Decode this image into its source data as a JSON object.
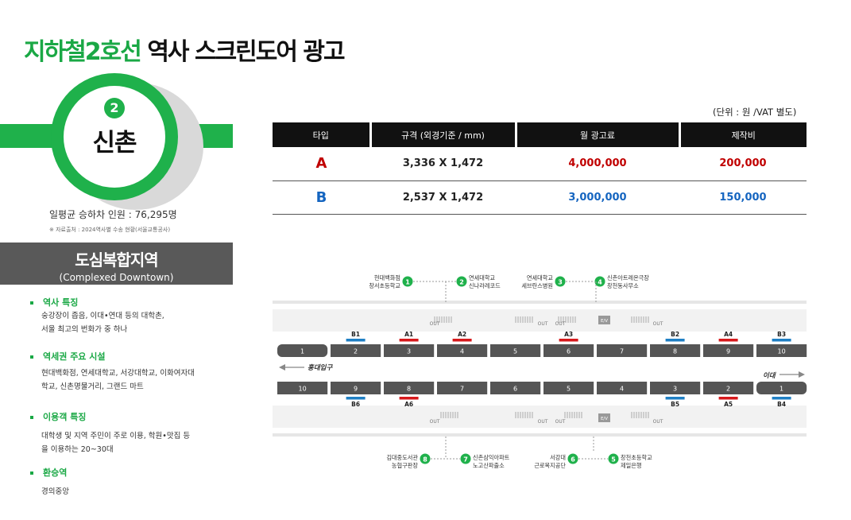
{
  "header": {
    "title_green": "지하철2호선",
    "title_black": "역사 스크린도어 광고"
  },
  "station": {
    "line_number": "2",
    "name": "신촌",
    "riders": "일평균 승하차 인원 : 76,295명",
    "source": "※ 자료출처 : 2024역사별 수송 현황(서울교통공사)"
  },
  "zone": {
    "ko": "도심복합지역",
    "en": "(Complexed Downtown)"
  },
  "sections": {
    "s1_title": "역사 특징",
    "s1_l1": "숭강장이 좁음, 이대•연대 등의 대학촌,",
    "s1_l2": "서울 최고의 번화가 중 하나",
    "s2_title": "역세권 주요 시설",
    "s2_l1": "현대백화점, 연세대학교, 서강대학교, 이화여자대",
    "s2_l2": "학교, 신촌명물거리, 그랜드 마트",
    "s3_title": "이용객 특징",
    "s3_l1": "대학생 및 지역 주민이 주로 이용, 학원•맛집 등",
    "s3_l2": "을 이용하는 20~30대",
    "s4_title": "환승역",
    "s4_l1": "경의중앙"
  },
  "unit_note": "(단위 : 원 /VAT 별도)",
  "table": {
    "headers": [
      "타입",
      "규격 (외경기준 / mm)",
      "월 광고료",
      "제작비"
    ],
    "rows": [
      {
        "type": "A",
        "size": "3,336 X 1,472",
        "fee": "4,000,000",
        "production": "200,000",
        "color": "#c00000"
      },
      {
        "type": "B",
        "size": "2,537 X 1,472",
        "fee": "3,000,000",
        "production": "150,000",
        "color": "#1565c0"
      }
    ]
  },
  "diagram": {
    "exits_top": [
      {
        "num": "1",
        "l1": "현대백화점",
        "l2": "창서초등학교"
      },
      {
        "num": "2",
        "l1": "연세대학교",
        "l2": "신나라레코드"
      },
      {
        "num": "3",
        "l1": "연세대학교",
        "l2": "세브란스병원"
      },
      {
        "num": "4",
        "l1": "신촌아트레온극장",
        "l2": "창천동사무소"
      }
    ],
    "exits_bottom": [
      {
        "num": "8",
        "l1": "김대중도서관",
        "l2": "농협구판장"
      },
      {
        "num": "7",
        "l1": "신촌삼익아파트",
        "l2": "노고산파출소"
      },
      {
        "num": "6",
        "l1": "서강대",
        "l2": "근로복지공단"
      },
      {
        "num": "5",
        "l1": "창천초등학교",
        "l2": "제일은행"
      }
    ],
    "out_label": "OUT",
    "ev_label": "E/V",
    "left_dir": "홍대입구",
    "right_dir": "이대",
    "top_platform": [
      "1",
      "2",
      "3",
      "4",
      "5",
      "6",
      "7",
      "8",
      "9",
      "10"
    ],
    "bottom_platform": [
      "10",
      "9",
      "8",
      "7",
      "6",
      "5",
      "4",
      "3",
      "2",
      "1"
    ],
    "ad_top": [
      {
        "label": "B1",
        "door": 2,
        "kind": "B"
      },
      {
        "label": "A1",
        "door": 3,
        "kind": "A"
      },
      {
        "label": "A2",
        "door": 4,
        "kind": "A"
      },
      {
        "label": "A3",
        "door": 6,
        "kind": "A"
      },
      {
        "label": "B2",
        "door": 8,
        "kind": "B"
      },
      {
        "label": "A4",
        "door": 9,
        "kind": "A"
      },
      {
        "label": "B3",
        "door": 10,
        "kind": "B"
      }
    ],
    "ad_bottom": [
      {
        "label": "B6",
        "door": 2,
        "kind": "B"
      },
      {
        "label": "A6",
        "door": 3,
        "kind": "A"
      },
      {
        "label": "B5",
        "door": 8,
        "kind": "B"
      },
      {
        "label": "A5",
        "door": 9,
        "kind": "A"
      },
      {
        "label": "B4",
        "door": 10,
        "kind": "B"
      }
    ]
  },
  "colors": {
    "green": "#1fb14b",
    "ad_a": "#d7191c",
    "ad_b": "#1f7fc4",
    "door": "#555555"
  }
}
